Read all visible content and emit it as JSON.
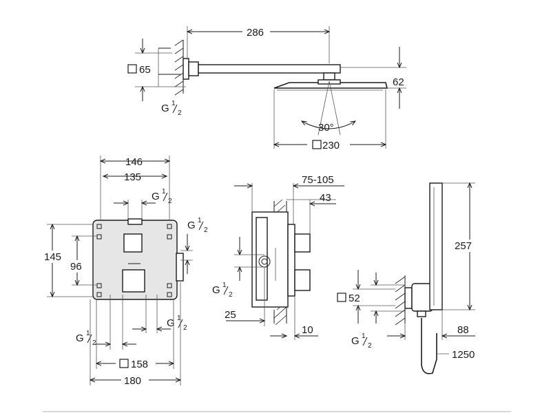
{
  "shower_arm": {
    "length": "286",
    "square_flange": "65",
    "thread": "G",
    "thread_fraction_num": "1",
    "thread_fraction_den": "2"
  },
  "head_shower": {
    "height": "62",
    "angle": "30°",
    "size": "230"
  },
  "thermostat_front": {
    "width_outer": "146",
    "width_inner": "135",
    "height": "145",
    "inner_height": "96",
    "plate": "158",
    "overall_width": "180",
    "thread_top": "G",
    "thread_right": "G",
    "thread_bottom_left": "G",
    "thread_bottom_right": "G",
    "fraction_num": "1",
    "fraction_den": "2"
  },
  "thermostat_side": {
    "depth_range": "75-105",
    "depth": "43",
    "bottom_offset": "25",
    "wall_offset": "10",
    "thread": "G",
    "fraction_num": "1",
    "fraction_den": "2"
  },
  "hand_shower": {
    "length": "257",
    "holder": "52",
    "projection": "88",
    "hose": "1250",
    "thread": "G",
    "fraction_num": "1",
    "fraction_den": "2"
  }
}
